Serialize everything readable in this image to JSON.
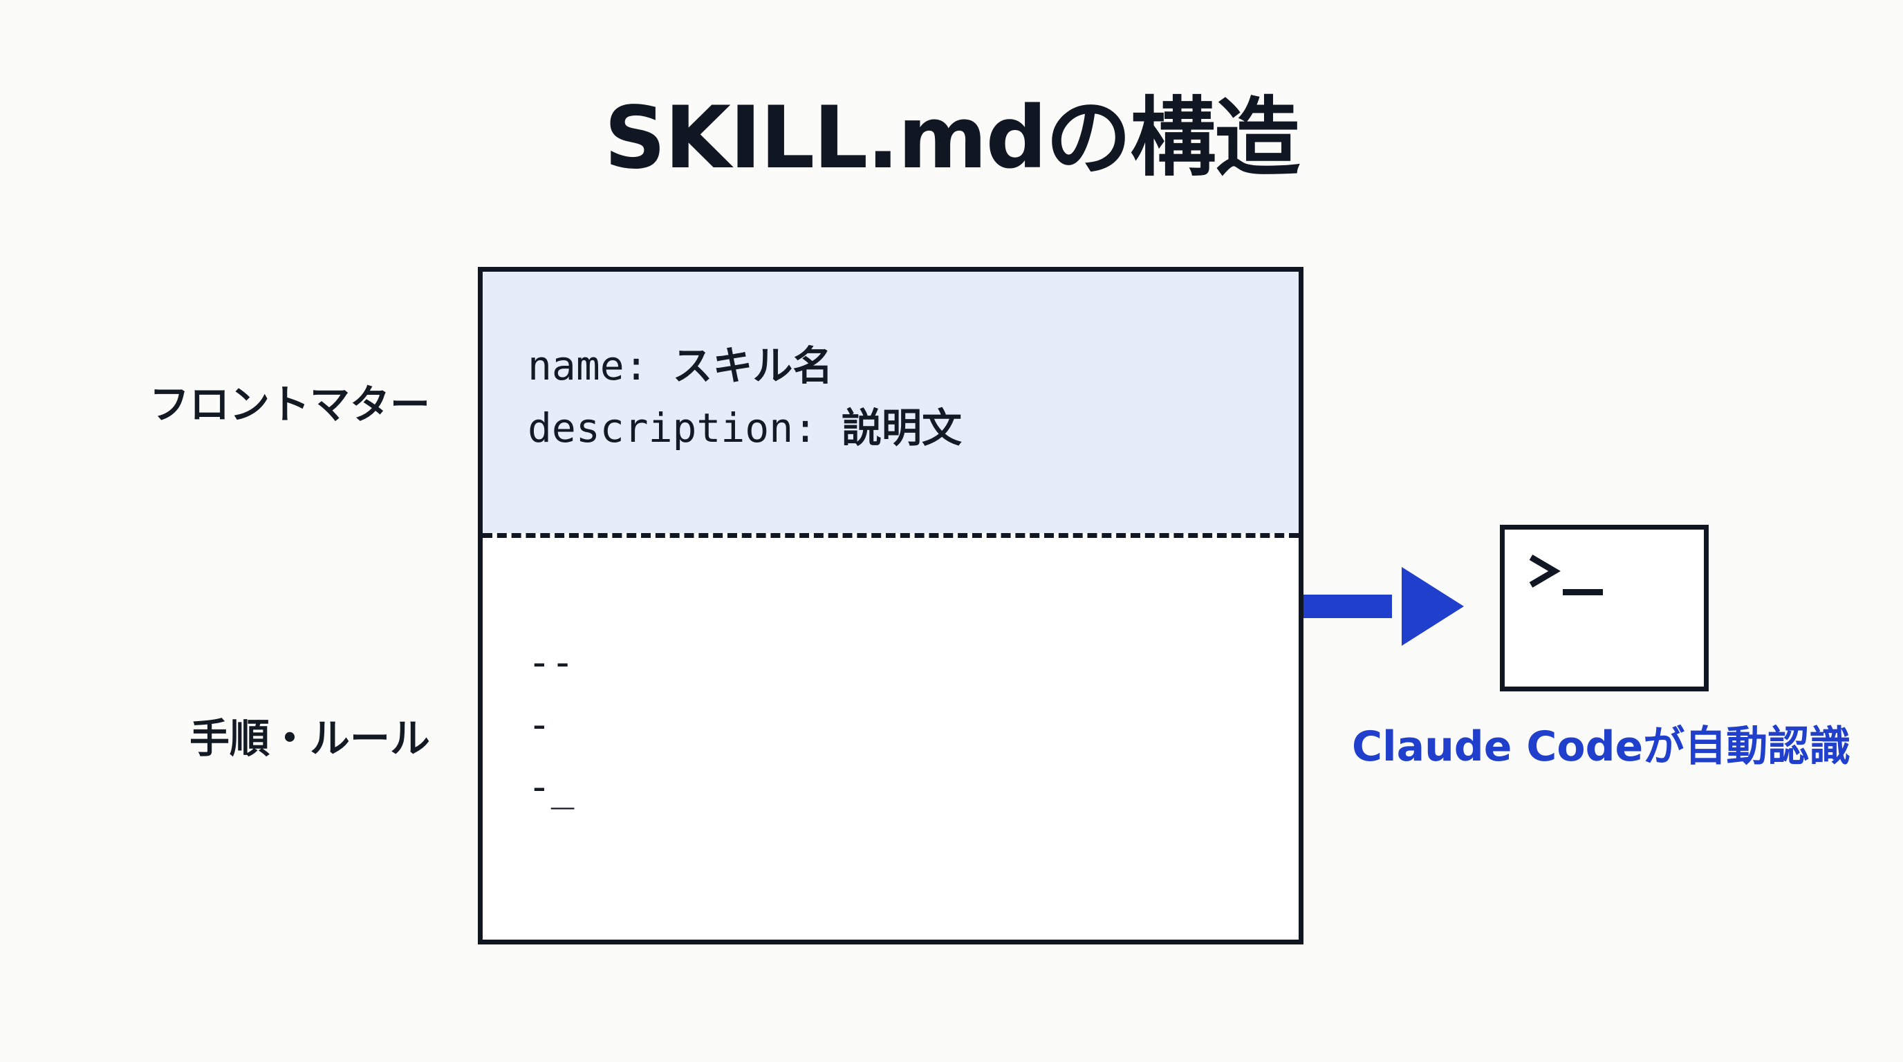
{
  "title": "SKILL.mdの構造",
  "labels": {
    "frontmatter": "フロントマター",
    "body": "手順・ルール"
  },
  "frontmatter": {
    "name_key": "name:",
    "name_value": "スキル名",
    "description_key": "description:",
    "description_value": "説明文"
  },
  "body_lines": [
    "--",
    "-",
    "-_"
  ],
  "caption": "Claude Codeが自動認識",
  "icons": {
    "terminal": "terminal-prompt-icon",
    "arrow": "right-arrow-icon"
  },
  "colors": {
    "frontmatter_bg": "#e6edf9",
    "accent": "#1f3fcc",
    "ink": "#111722"
  }
}
